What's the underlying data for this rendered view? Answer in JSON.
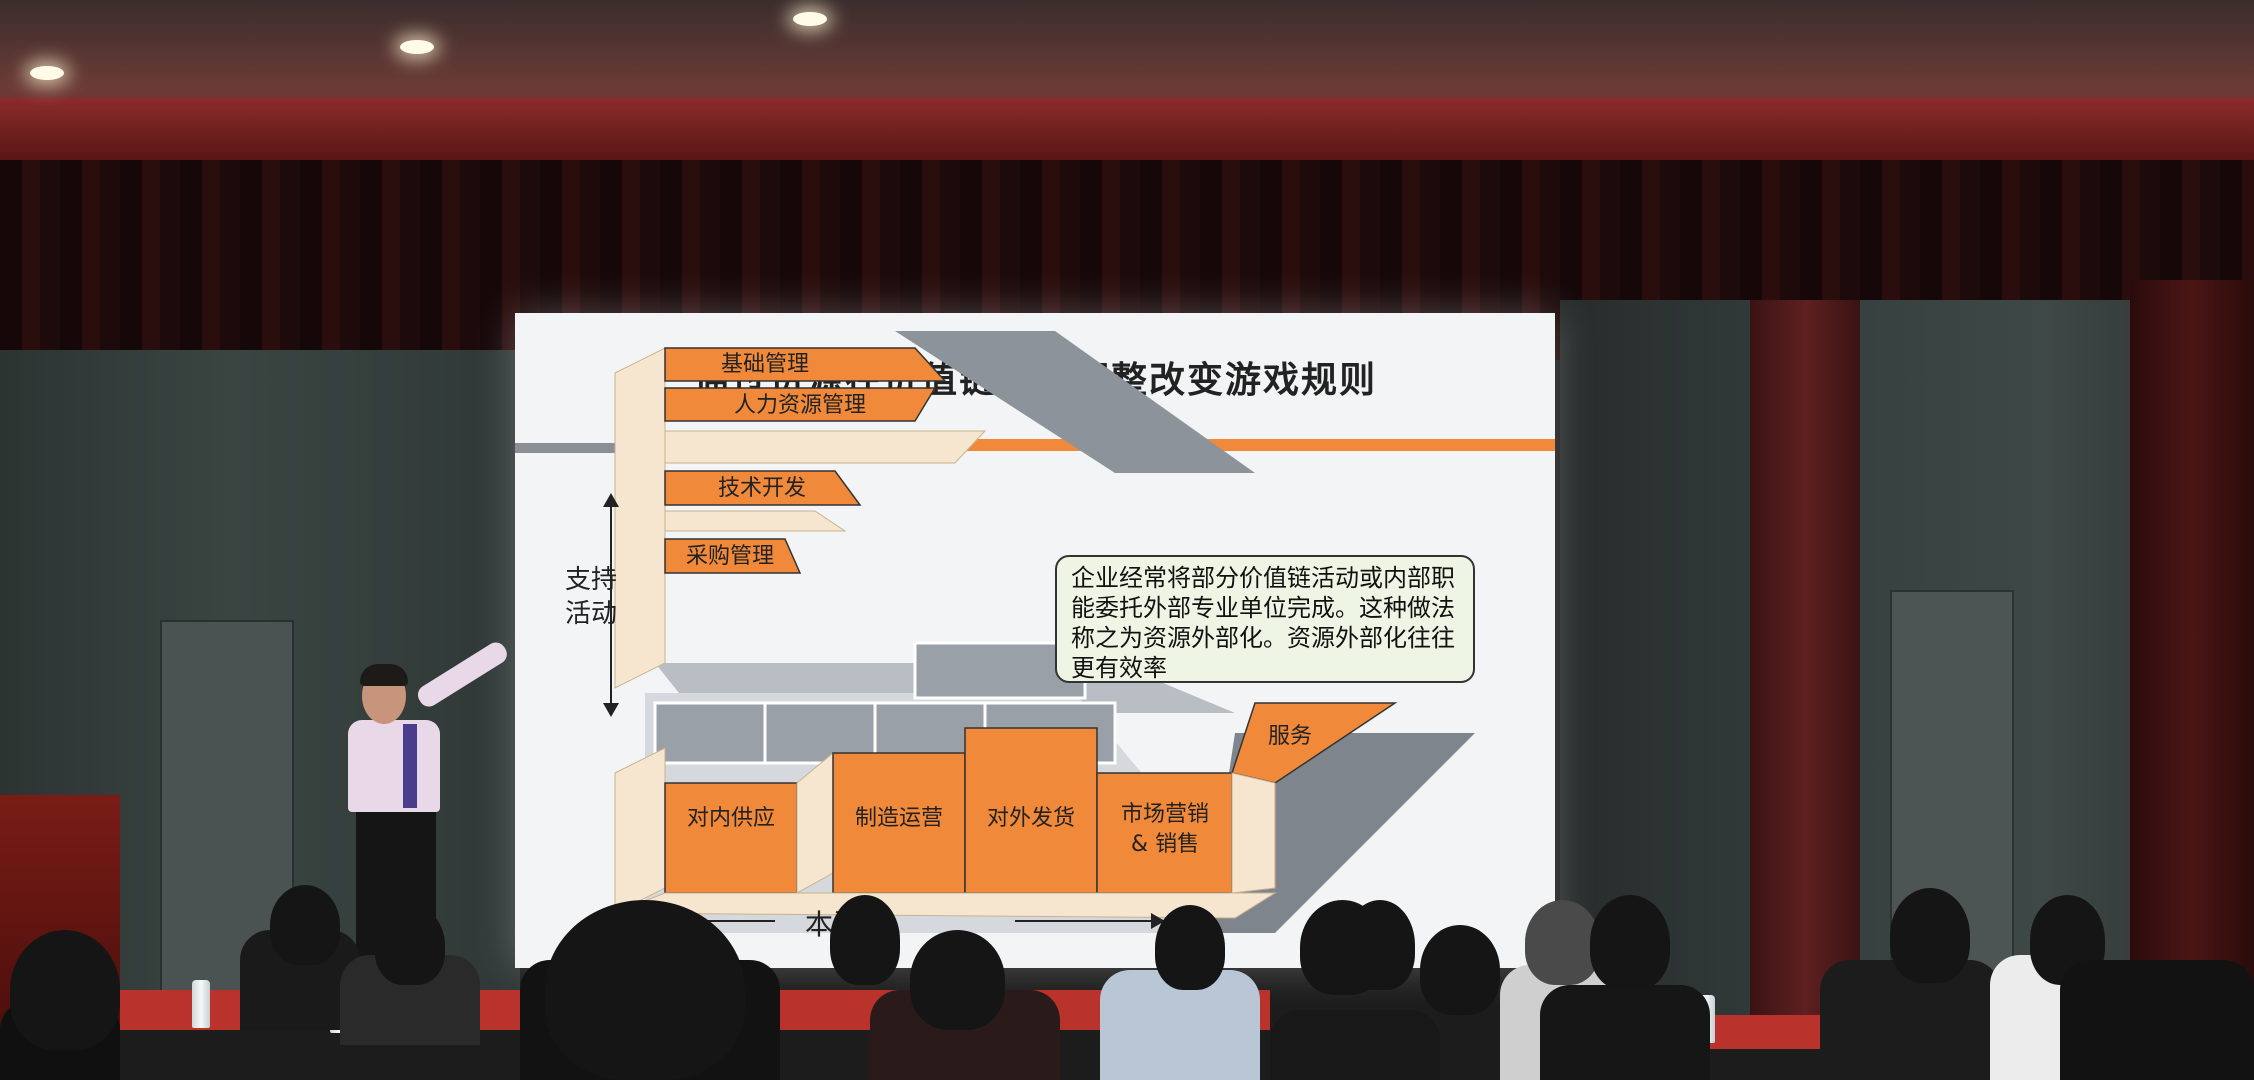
{
  "slide": {
    "title": "通过资源在价值链上的调整改变游戏规则",
    "support_label": "支持\n活动",
    "primary_label_visible": "本活动",
    "support_activities": [
      "基础管理",
      "人力资源管理",
      "技术开发",
      "采购管理"
    ],
    "primary_activities": [
      "对内供应",
      "制造运营",
      "对外发货",
      "市场营销",
      "& 销售",
      "服务"
    ],
    "callout_text": "企业经常将部分价值链活动或内部职能委托外部专业单位完成。这种做法称之为资源外部化。资源外部化往往更有效率"
  },
  "colors": {
    "orange": "#f08a3a",
    "cream": "#f6e6cf",
    "gray_block": "#8f959c",
    "callout_bg": "#eef5e4"
  }
}
